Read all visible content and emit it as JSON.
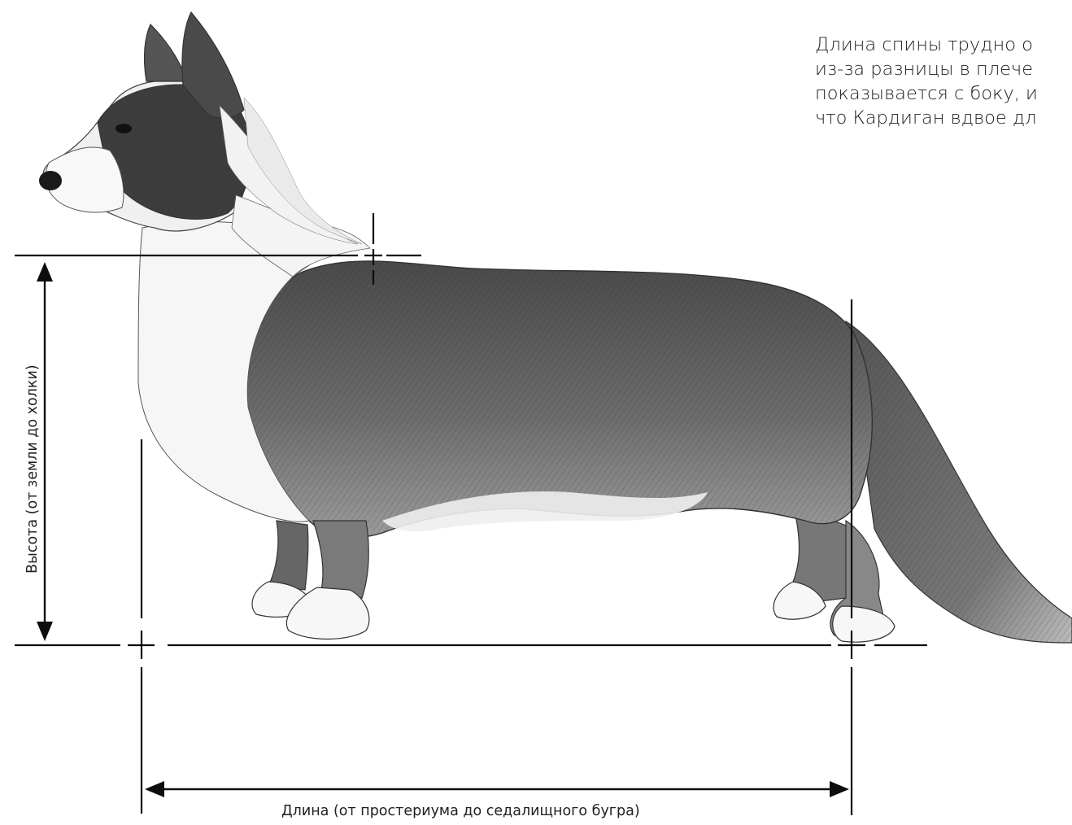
{
  "description_text": {
    "lines": [
      "Длина спины трудно о",
      "из-за разницы в плече",
      "показывается с боку, и",
      "что Кардиган вдвое дл"
    ]
  },
  "labels": {
    "height": "Высота (от земли до холки)",
    "length": "Длина (от простериума до седалищного бугра)"
  },
  "colors": {
    "line": "#0d0d0d",
    "dark_coat": "#3a3a3a",
    "light_coat": "#f3f3f3"
  }
}
